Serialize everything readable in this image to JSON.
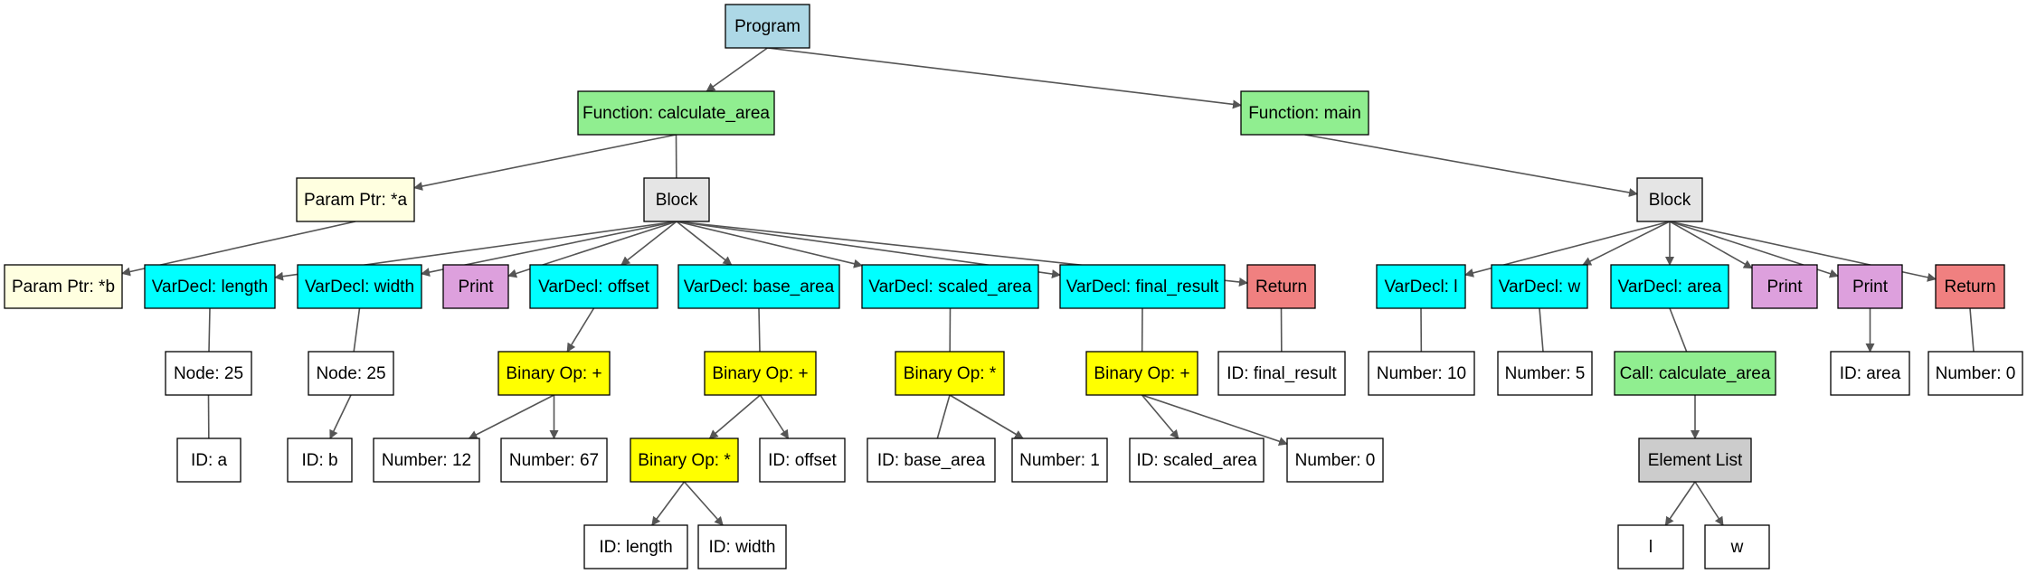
{
  "colors": {
    "program": "#add8e6",
    "function": "#90ee90",
    "param": "#ffffe0",
    "block": "#e5e5e5",
    "vardecl": "#00ffff",
    "print": "#dda0dd",
    "return": "#f08080",
    "binop": "#ffff00",
    "call": "#90ee90",
    "list": "#cccccc",
    "leaf": "#ffffff",
    "edge": "#555555",
    "border": "#000000"
  },
  "nodes": {
    "program": {
      "label": "Program",
      "kind": "program"
    },
    "fn_calc": {
      "label": "Function: calculate_area",
      "kind": "function"
    },
    "fn_main": {
      "label": "Function: main",
      "kind": "function"
    },
    "param_a": {
      "label": "Param Ptr: *a",
      "kind": "param"
    },
    "param_b": {
      "label": "Param Ptr: *b",
      "kind": "param"
    },
    "block1": {
      "label": "Block",
      "kind": "block"
    },
    "block2": {
      "label": "Block",
      "kind": "block"
    },
    "vd_length": {
      "label": "VarDecl: length",
      "kind": "vardecl"
    },
    "vd_width": {
      "label": "VarDecl: width",
      "kind": "vardecl"
    },
    "print1": {
      "label": "Print",
      "kind": "print"
    },
    "vd_offset": {
      "label": "VarDecl: offset",
      "kind": "vardecl"
    },
    "vd_base_area": {
      "label": "VarDecl: base_area",
      "kind": "vardecl"
    },
    "vd_scaled_area": {
      "label": "VarDecl: scaled_area",
      "kind": "vardecl"
    },
    "vd_final_result": {
      "label": "VarDecl: final_result",
      "kind": "vardecl"
    },
    "ret1": {
      "label": "Return",
      "kind": "return"
    },
    "vd_l": {
      "label": "VarDecl: l",
      "kind": "vardecl"
    },
    "vd_w": {
      "label": "VarDecl: w",
      "kind": "vardecl"
    },
    "vd_area": {
      "label": "VarDecl: area",
      "kind": "vardecl"
    },
    "print2": {
      "label": "Print",
      "kind": "print"
    },
    "print3": {
      "label": "Print",
      "kind": "print"
    },
    "ret2": {
      "label": "Return",
      "kind": "return"
    },
    "node25a": {
      "label": "Node: 25",
      "kind": "leaf"
    },
    "node25b": {
      "label": "Node: 25",
      "kind": "leaf"
    },
    "binop_offset": {
      "label": "Binary Op: +",
      "kind": "binop"
    },
    "binop_base": {
      "label": "Binary Op: +",
      "kind": "binop"
    },
    "binop_scaled": {
      "label": "Binary Op: *",
      "kind": "binop"
    },
    "binop_final": {
      "label": "Binary Op: +",
      "kind": "binop"
    },
    "id_final_result": {
      "label": "ID: final_result",
      "kind": "leaf"
    },
    "num10": {
      "label": "Number: 10",
      "kind": "leaf"
    },
    "num5": {
      "label": "Number: 5",
      "kind": "leaf"
    },
    "call_calc": {
      "label": "Call: calculate_area",
      "kind": "call"
    },
    "id_area": {
      "label": "ID: area",
      "kind": "leaf"
    },
    "num0_ret": {
      "label": "Number: 0",
      "kind": "leaf"
    },
    "id_a": {
      "label": "ID: a",
      "kind": "leaf"
    },
    "id_b": {
      "label": "ID: b",
      "kind": "leaf"
    },
    "num12": {
      "label": "Number: 12",
      "kind": "leaf"
    },
    "num67": {
      "label": "Number: 67",
      "kind": "leaf"
    },
    "binop_mul": {
      "label": "Binary Op: *",
      "kind": "binop"
    },
    "id_offset": {
      "label": "ID: offset",
      "kind": "leaf"
    },
    "id_base_area": {
      "label": "ID: base_area",
      "kind": "leaf"
    },
    "num1": {
      "label": "Number: 1",
      "kind": "leaf"
    },
    "id_scaled_area": {
      "label": "ID: scaled_area",
      "kind": "leaf"
    },
    "num0": {
      "label": "Number: 0",
      "kind": "leaf"
    },
    "elem_list": {
      "label": "Element List",
      "kind": "list"
    },
    "id_length": {
      "label": "ID: length",
      "kind": "leaf"
    },
    "id_width": {
      "label": "ID: width",
      "kind": "leaf"
    },
    "lit_l": {
      "label": "l",
      "kind": "leaf"
    },
    "lit_w": {
      "label": "w",
      "kind": "leaf"
    }
  },
  "edges": [
    [
      "program",
      "fn_calc"
    ],
    [
      "program",
      "fn_main"
    ],
    [
      "fn_calc",
      "param_a"
    ],
    [
      "fn_calc",
      "block1"
    ],
    [
      "param_a",
      "param_b"
    ],
    [
      "block1",
      "vd_length"
    ],
    [
      "block1",
      "vd_width"
    ],
    [
      "block1",
      "print1"
    ],
    [
      "block1",
      "vd_offset"
    ],
    [
      "block1",
      "vd_base_area"
    ],
    [
      "block1",
      "vd_scaled_area"
    ],
    [
      "block1",
      "vd_final_result"
    ],
    [
      "block1",
      "ret1"
    ],
    [
      "fn_main",
      "block2"
    ],
    [
      "block2",
      "vd_l"
    ],
    [
      "block2",
      "vd_w"
    ],
    [
      "block2",
      "vd_area"
    ],
    [
      "block2",
      "print2"
    ],
    [
      "block2",
      "print3"
    ],
    [
      "block2",
      "ret2"
    ],
    [
      "vd_length",
      "node25a"
    ],
    [
      "node25a",
      "id_a"
    ],
    [
      "vd_width",
      "node25b"
    ],
    [
      "node25b",
      "id_b"
    ],
    [
      "vd_offset",
      "binop_offset"
    ],
    [
      "binop_offset",
      "num12"
    ],
    [
      "binop_offset",
      "num67"
    ],
    [
      "vd_base_area",
      "binop_base"
    ],
    [
      "binop_base",
      "binop_mul"
    ],
    [
      "binop_base",
      "id_offset"
    ],
    [
      "binop_mul",
      "id_length"
    ],
    [
      "binop_mul",
      "id_width"
    ],
    [
      "vd_scaled_area",
      "binop_scaled"
    ],
    [
      "binop_scaled",
      "id_base_area"
    ],
    [
      "binop_scaled",
      "num1"
    ],
    [
      "vd_final_result",
      "binop_final"
    ],
    [
      "binop_final",
      "id_scaled_area"
    ],
    [
      "binop_final",
      "num0"
    ],
    [
      "ret1",
      "id_final_result"
    ],
    [
      "vd_l",
      "num10"
    ],
    [
      "vd_w",
      "num5"
    ],
    [
      "vd_area",
      "call_calc"
    ],
    [
      "call_calc",
      "elem_list"
    ],
    [
      "elem_list",
      "lit_l"
    ],
    [
      "elem_list",
      "lit_w"
    ],
    [
      "print3",
      "id_area"
    ],
    [
      "ret2",
      "num0_ret"
    ]
  ]
}
